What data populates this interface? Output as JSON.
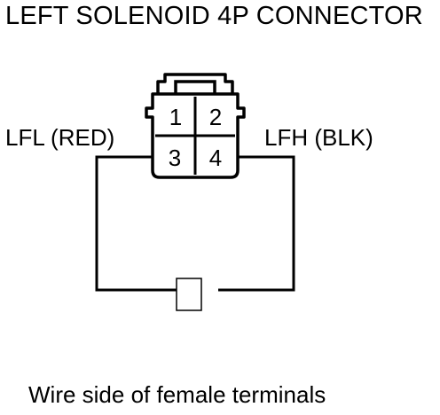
{
  "title": "LEFT SOLENOID 4P CONNECTOR",
  "left_wire_label": "LFL (RED)",
  "right_wire_label": "LFH (BLK)",
  "pins": {
    "p1": "1",
    "p2": "2",
    "p3": "3",
    "p4": "4"
  },
  "caption": "Wire side of female terminals",
  "colors": {
    "line": "#000000",
    "background": "#ffffff"
  }
}
